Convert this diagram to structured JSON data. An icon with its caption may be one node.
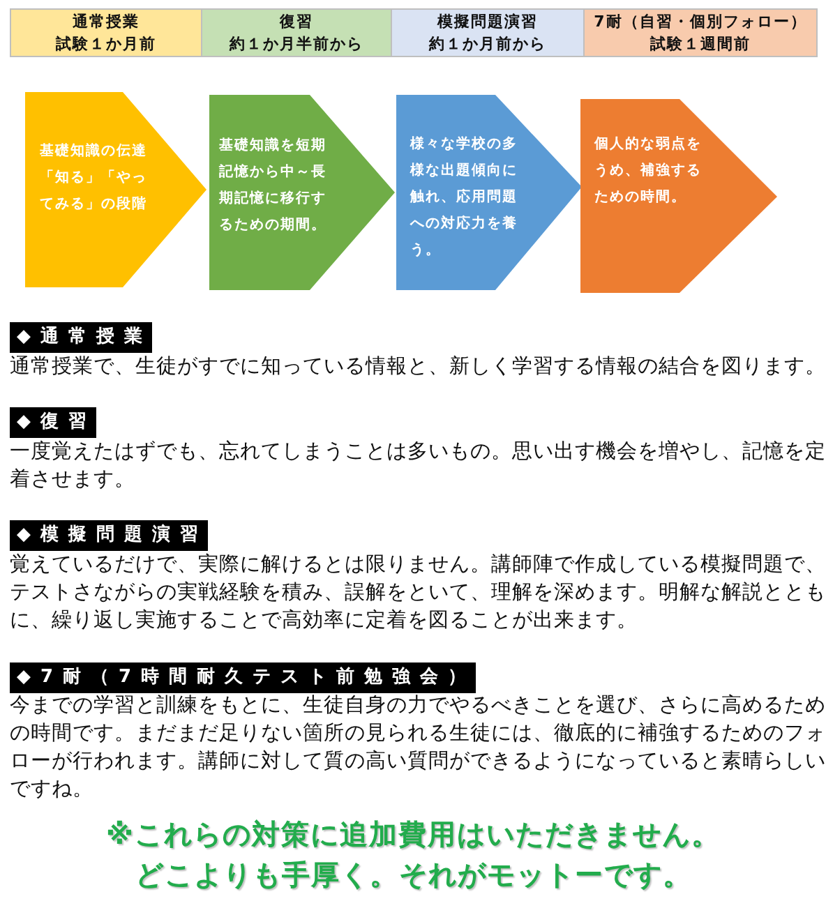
{
  "diagram": {
    "nodes": [
      {
        "text": [
          "通常授業",
          "試験１か月前"
        ]
      },
      {
        "text": [
          "復習",
          "約１か月半前から"
        ]
      },
      {
        "text": [
          "模擬問題演習",
          "約１か月前から"
        ]
      },
      {
        "text": [
          "7耐（自習・個別フォロー）",
          "試験１週間前"
        ]
      },
      {
        "text": [
          "基礎知識の伝達「知る」「やってみる」の段階"
        ]
      },
      {
        "text": [
          "基礎知識を短期記憶から中～長期記憶に移行するための期間。"
        ]
      },
      {
        "text": [
          "様々な学校の多様な出題傾向に触れ、応用問題への対応力を養う。"
        ]
      },
      {
        "text": [
          "個人的な弱点をうめ、補強するための時間。"
        ]
      },
      {
        "text": [
          "◆通常授業"
        ]
      },
      {
        "text": [
          "◆復習"
        ]
      },
      {
        "text": [
          "◆模擬問題演習"
        ]
      },
      {
        "text": [
          "◆7耐（7時間耐久テスト前勉強会）"
        ]
      }
    ],
    "labels": [
      "通常授業で、生徒がすでに知っている情報と、新しく学習する情報の結合を図ります。",
      "一度覚えたはずでも、忘れてしまうことは多いもの。思い出す機会を増やし、記憶を定着させます。",
      "覚えているだけで、実際に解けるとは限りません。講師陣で作成している模擬問題で、テストさながらの実戦経験を積み、誤解をといて、理解を深めます。明解な解説とともに、繰り返し実施することで高効率に定着を図ることが出来ます。",
      "今までの学習と訓練をもとに、生徒自身の力でやるべきことを選び、さらに高めるための時間です。まだまだ足りない箇所の見られる生徒には、徹底的に補強するためのフォローが行われます。講師に対して質の高い質問ができるようになっていると素晴らしいですね。",
      "※これらの対策に追加費用はいただきません。",
      "どこよりも手厚く。それがモットーです。"
    ]
  }
}
